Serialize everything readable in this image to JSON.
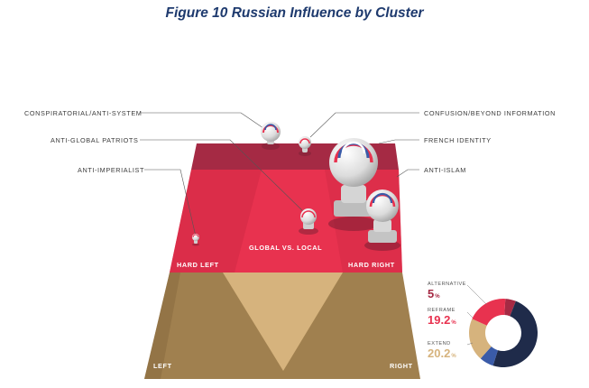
{
  "figure": {
    "title": "Figure 10 Russian Influence by Cluster"
  },
  "clusters": {
    "conspiratorial": "CONSPIRATORIAL/ANTI-SYSTEM",
    "confusion": "CONFUSION/BEYOND INFORMATION",
    "anti_global": "ANTI-GLOBAL PATRIOTS",
    "french_identity": "FRENCH IDENTITY",
    "anti_imperialist": "ANTI-IMPERIALIST",
    "anti_islam": "ANTI-ISLAM"
  },
  "plane": {
    "center": "GLOBAL VS. LOCAL",
    "hard_left": "HARD LEFT",
    "hard_right": "HARD RIGHT",
    "left": "LEFT",
    "right": "RIGHT"
  },
  "colors": {
    "title": "#1e3a6e",
    "crimson": "#e8324f",
    "dark_red": "#a52a44",
    "tan": "#a0804f",
    "sand": "#d6b37d",
    "navy": "#1f2b4a",
    "blue": "#3a5ba8"
  },
  "donut": {
    "segments": [
      {
        "label": "ALTERNATIVE",
        "value": "5",
        "unit": "%",
        "fraction": 0.05,
        "color": "#a52a44"
      },
      {
        "label": "REFRAME",
        "value": "19.2",
        "unit": "%",
        "fraction": 0.192,
        "color": "#e8324f"
      },
      {
        "label": "EXTEND",
        "value": "20.2",
        "unit": "%",
        "fraction": 0.202,
        "color": "#d6b37d"
      }
    ],
    "remainder_colors": [
      "#1f2b4a",
      "#3a5ba8"
    ]
  }
}
